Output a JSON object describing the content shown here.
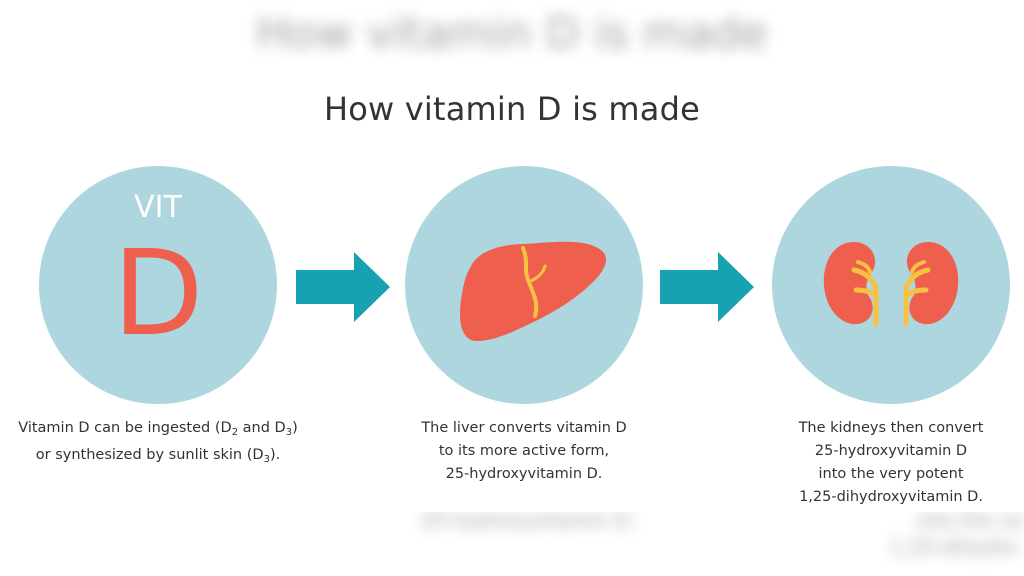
{
  "title": "How vitamin D is made",
  "colors": {
    "circle": "#aed6df",
    "arrow": "#17a2b2",
    "organ": "#ef5f4e",
    "duct": "#f5c242",
    "text": "#333333"
  },
  "steps": [
    {
      "icon": "vitamin-d-icon",
      "icon_label_top": "VIT",
      "icon_label_letter": "D",
      "caption": {
        "line1_a": "Vitamin D can be ingested (D",
        "line1_sub1": "2",
        "line1_b": " and D",
        "line1_sub2": "3",
        "line1_c": ")",
        "line2_a": "or synthesized by sunlit skin (D",
        "line2_sub": "3",
        "line2_b": ")."
      }
    },
    {
      "icon": "liver-icon",
      "caption_lines": [
        "The liver converts vitamin D",
        "to its more active form,",
        "25-hydroxyvitamin D."
      ]
    },
    {
      "icon": "kidneys-icon",
      "caption_lines": [
        "The kidneys then convert",
        "25-hydroxyvitamin D",
        "into the very potent",
        "1,25-dihydroxyvitamin D."
      ]
    }
  ],
  "arrows": [
    "right-arrow-icon",
    "right-arrow-icon"
  ],
  "blurred_background": {
    "title": "How vitamin D is made",
    "bottom_center": "25-hydroxyvitamin D.",
    "bottom_right_1": "into the ve",
    "bottom_right_2": "1,25-dihydro"
  }
}
